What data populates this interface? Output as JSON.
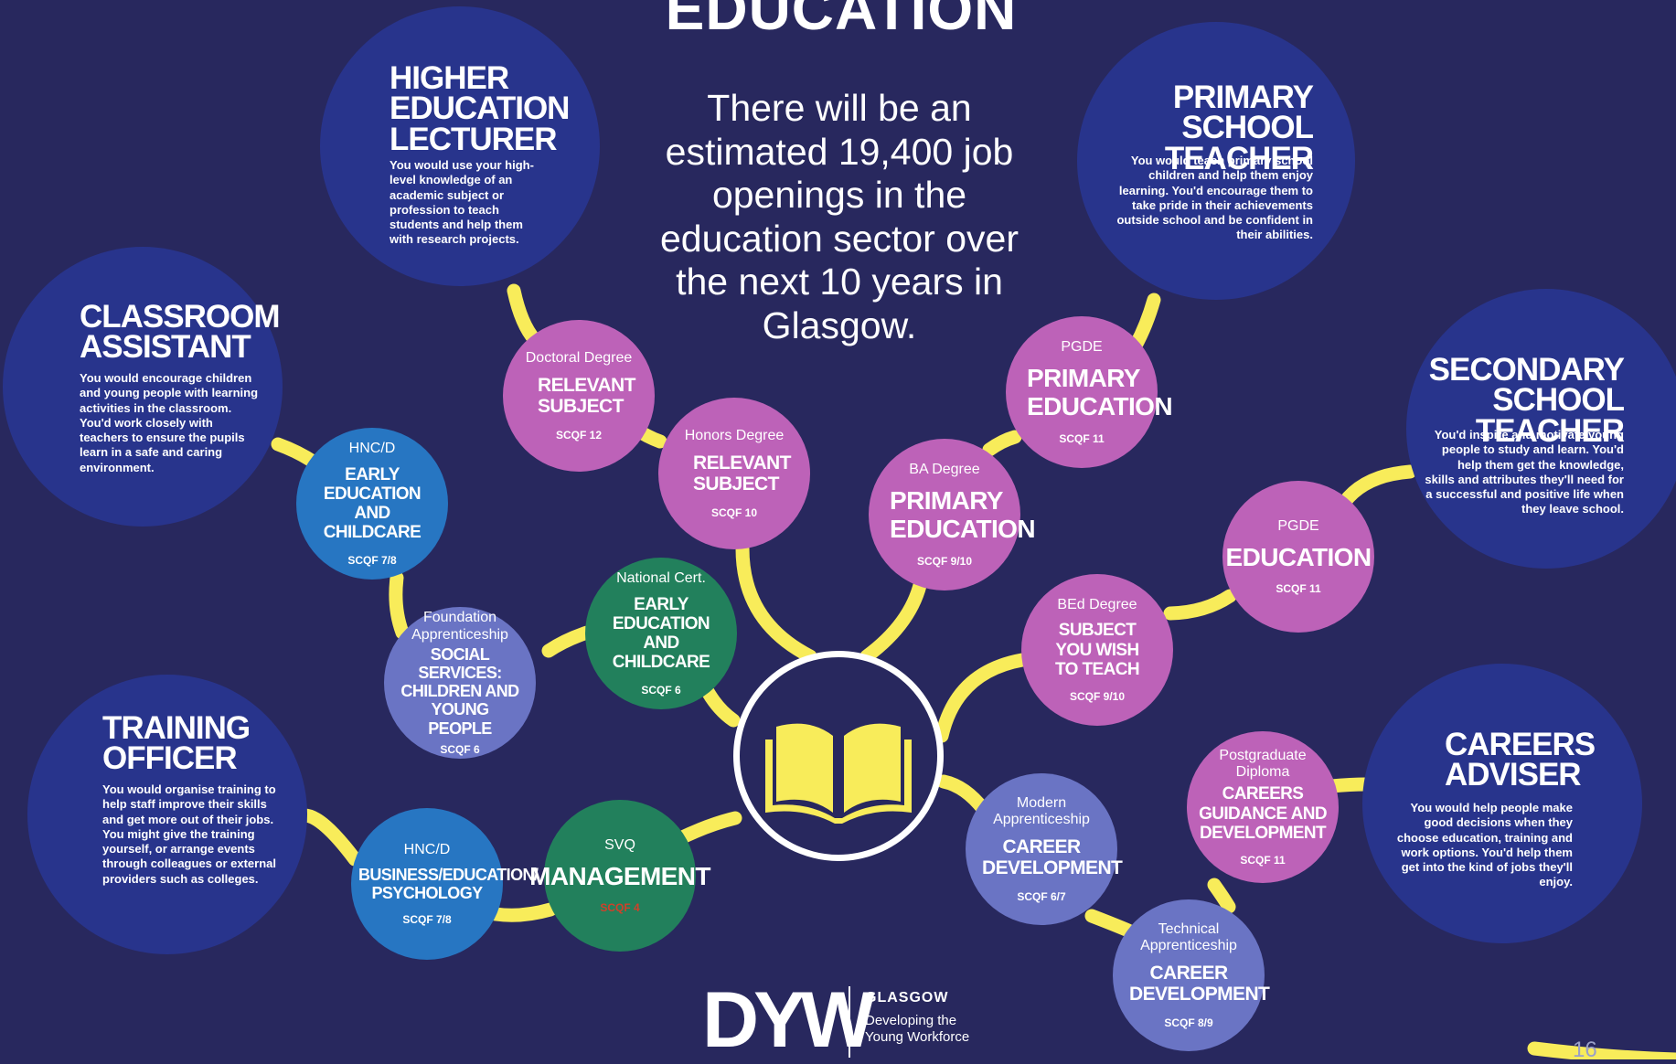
{
  "heading": "EDUCATION",
  "intro": "There will be an estimated 19,400 job openings in the education sector over the next 10 years in Glasgow.",
  "colors": {
    "background": "#28285e",
    "job_circle": "#28348c",
    "connector": "#f8ec5a",
    "pink": "#bd62b8",
    "blue": "#2776c2",
    "green": "#22805c",
    "lavender": "#6a74c4",
    "scqf_highlight": "#d0402a"
  },
  "hub_icon": "open-book-icon",
  "jobs": {
    "higher_education_lecturer": {
      "title": "HIGHER EDUCATION LECTURER",
      "description": "You would use your high-level knowledge of an academic subject or profession to teach students and help them with research projects."
    },
    "classroom_assistant": {
      "title": "CLASSROOM ASSISTANT",
      "description": "You would encourage children and young people with learning activities in the classroom. You'd work closely with teachers to ensure the pupils learn in a safe and caring environment."
    },
    "training_officer": {
      "title": "TRAINING OFFICER",
      "description": "You would organise training to help staff improve their skills and get more out of their jobs. You might give the training yourself, or arrange events through colleagues or external providers such as colleges."
    },
    "primary_school_teacher": {
      "title": "PRIMARY SCHOOL TEACHER",
      "description": "You would teach primary school children and help them enjoy learning. You'd encourage them to take pride in their achievements outside school and be confident in their abilities."
    },
    "secondary_school_teacher": {
      "title": "SECONDARY SCHOOL TEACHER",
      "description": "You'd inspire and motivate young people to study and learn. You'd help them get the knowledge, skills and attributes they'll need for a successful and positive life when they leave school."
    },
    "careers_adviser": {
      "title": "CAREERS ADVISER",
      "description": "You would help people make good decisions when they choose education, training and work options. You'd help them get into the kind of jobs they'll enjoy."
    }
  },
  "qualifications": {
    "doctoral": {
      "qual": "Doctoral Degree",
      "subject": "RELEVANT SUBJECT",
      "level": "SCQF 12"
    },
    "honors": {
      "qual": "Honors Degree",
      "subject": "RELEVANT SUBJECT",
      "level": "SCQF 10"
    },
    "hncd_early": {
      "qual": "HNC/D",
      "subject": "EARLY EDUCATION AND CHILDCARE",
      "level": "SCQF 7/8"
    },
    "national_cert": {
      "qual": "National Cert.",
      "subject": "EARLY EDUCATION AND CHILDCARE",
      "level": "SCQF 6"
    },
    "foundation": {
      "qual": "Foundation Apprenticeship",
      "subject": "SOCIAL SERVICES: CHILDREN AND YOUNG PEOPLE",
      "level": "SCQF 6"
    },
    "hncd_business": {
      "qual": "HNC/D",
      "subject": "BUSINESS/EDUCATION/ PSYCHOLOGY",
      "level": "SCQF 7/8"
    },
    "svq": {
      "qual": "SVQ",
      "subject": "MANAGEMENT",
      "level": "SCQF 4"
    },
    "pgde_primary": {
      "qual": "PGDE",
      "subject": "PRIMARY EDUCATION",
      "level": "SCQF 11"
    },
    "ba_degree": {
      "qual": "BA Degree",
      "subject": "PRIMARY EDUCATION",
      "level": "SCQF 9/10"
    },
    "pgde_education": {
      "qual": "PGDE",
      "subject": "EDUCATION",
      "level": "SCQF 11"
    },
    "bed_degree": {
      "qual": "BEd Degree",
      "subject": "SUBJECT YOU WISH TO TEACH",
      "level": "SCQF 9/10"
    },
    "modern_app": {
      "qual": "Modern Apprenticeship",
      "subject": "CAREER DEVELOPMENT",
      "level": "SCQF 6/7"
    },
    "postgrad": {
      "qual": "Postgraduate Diploma",
      "subject": "CAREERS GUIDANCE AND DEVELOPMENT",
      "level": "SCQF 11"
    },
    "technical_app": {
      "qual": "Technical Apprenticeship",
      "subject": "CAREER DEVELOPMENT",
      "level": "SCQF 8/9"
    }
  },
  "footer": {
    "logo": "DYW",
    "org": "GLASGOW",
    "tagline": "Developing the Young Workforce",
    "page_number": "16"
  }
}
